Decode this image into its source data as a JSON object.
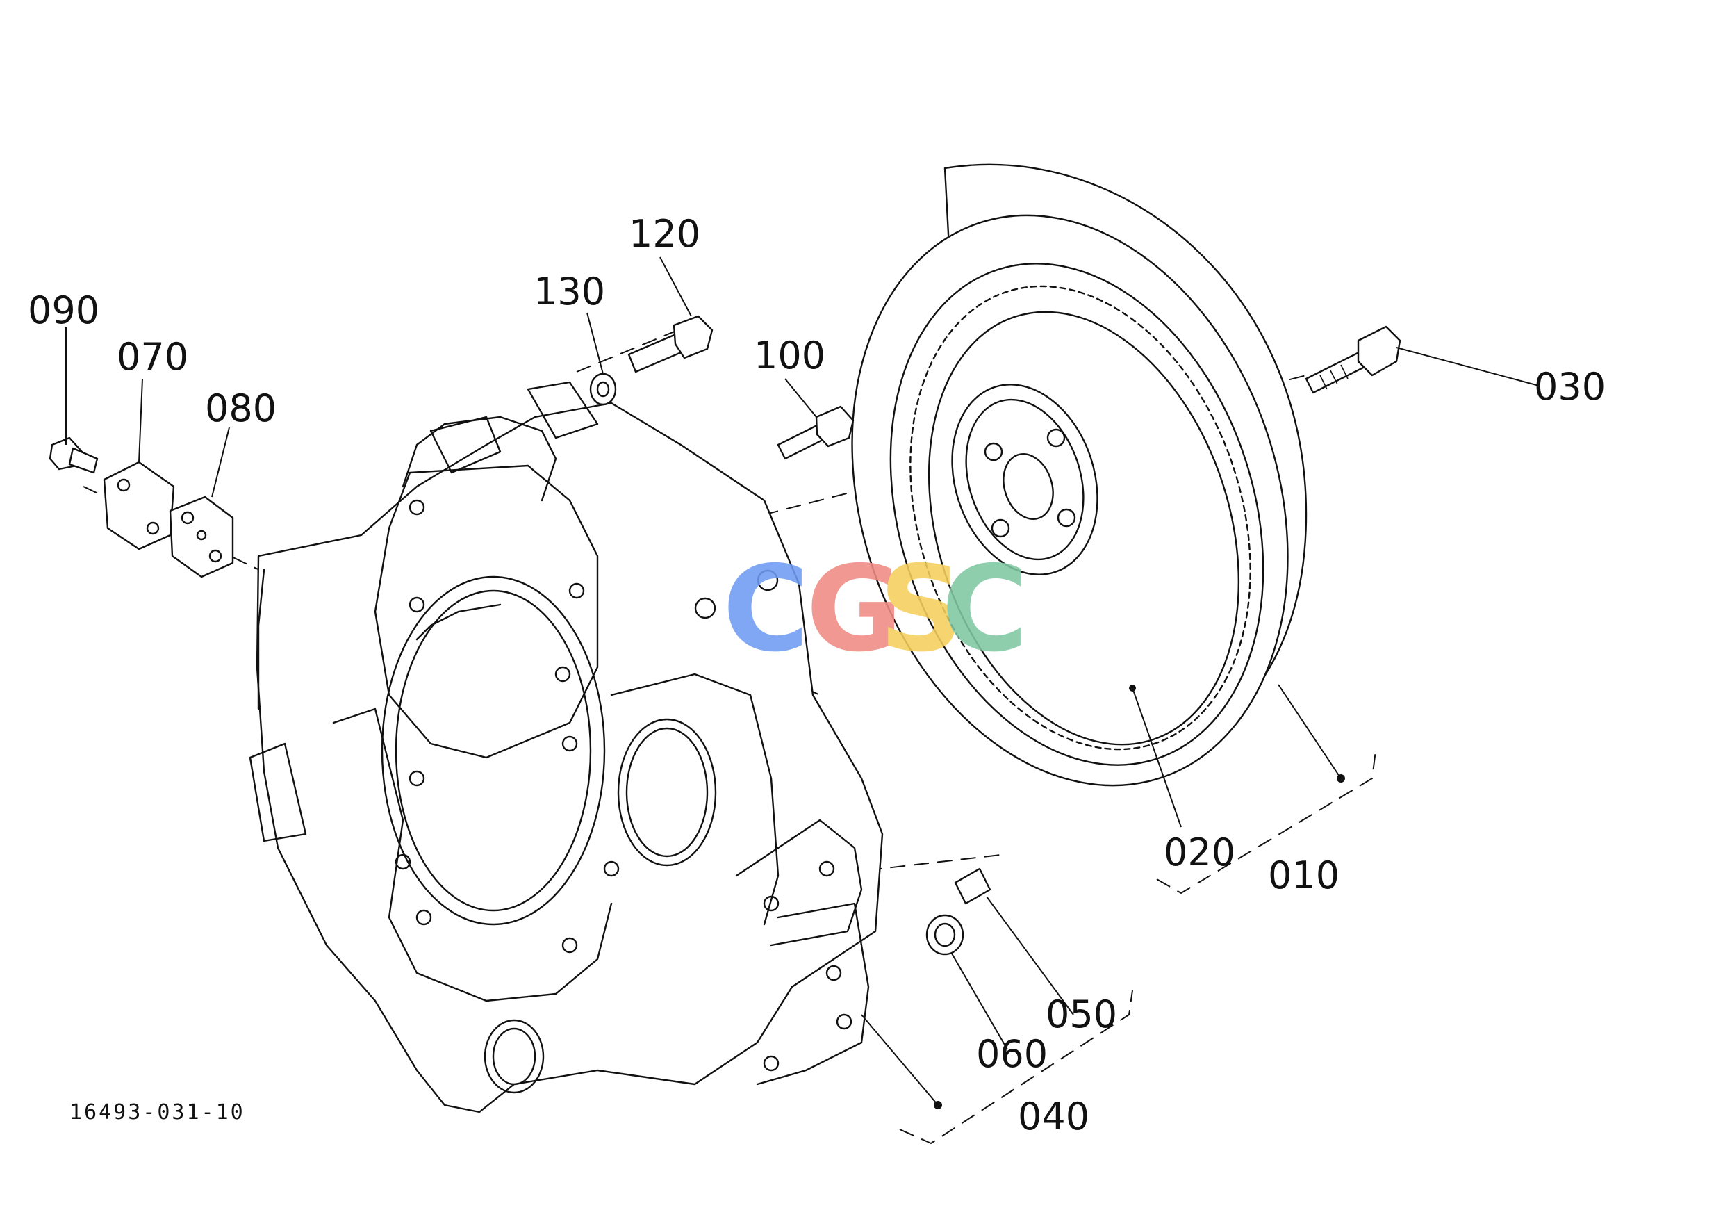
{
  "diagram": {
    "callouts": {
      "p010": "010",
      "p020": "020",
      "p030": "030",
      "p040": "040",
      "p050": "050",
      "p060": "060",
      "p070": "070",
      "p080": "080",
      "p090": "090",
      "p100": "100",
      "p120": "120",
      "p130": "130"
    },
    "drawing_number": "16493-031-10",
    "watermark": {
      "letters": [
        "C",
        "G",
        "S",
        "C"
      ],
      "colors": [
        "#6f9bf2",
        "#f08a84",
        "#f5cf5c",
        "#7fc8a2"
      ]
    }
  }
}
